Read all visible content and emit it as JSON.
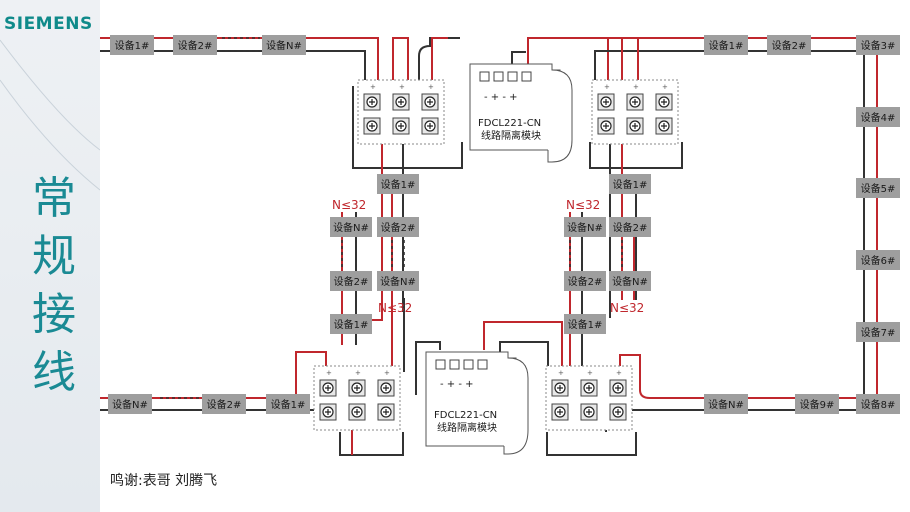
{
  "brand": "SIEMENS",
  "title_chars": [
    "常",
    "规",
    "接",
    "线"
  ],
  "credit": "鸣谢:表哥  刘腾飞",
  "devices": {
    "tl_1": "设备1#",
    "tl_2": "设备2#",
    "tl_n": "设备N#",
    "tr_1": "设备1#",
    "tr_2": "设备2#",
    "tr_3": "设备3#",
    "r_4": "设备4#",
    "r_5": "设备5#",
    "r_6": "设备6#",
    "r_7": "设备7#",
    "r_8": "设备8#",
    "r_9": "设备9#",
    "r_n": "设备N#",
    "bl_n": "设备N#",
    "bl_2": "设备2#",
    "bl_1": "设备1#",
    "cl_a1": "设备1#",
    "cl_a2": "设备2#",
    "cl_an": "设备N#",
    "cl_bn": "设备N#",
    "cl_b2": "设备2#",
    "cl_b1": "设备1#",
    "cr_a1": "设备1#",
    "cr_a2": "设备2#",
    "cr_an": "设备N#",
    "cr_bn": "设备N#",
    "cr_b2": "设备2#",
    "cr_b1": "设备1#"
  },
  "limits": {
    "l_top": "N≤32",
    "l_bot": "N≤32",
    "r_top": "N≤32",
    "r_bot": "N≤32"
  },
  "module": {
    "model": "FDCL221-CN",
    "name": "线路隔离模块",
    "polarity": "- + - +"
  },
  "terminal_sign": "+",
  "colors": {
    "wire_positive": "#c0272d",
    "wire_negative": "#333333",
    "device_fill": "#9e9e9e",
    "title_color": "#1a8a94"
  }
}
